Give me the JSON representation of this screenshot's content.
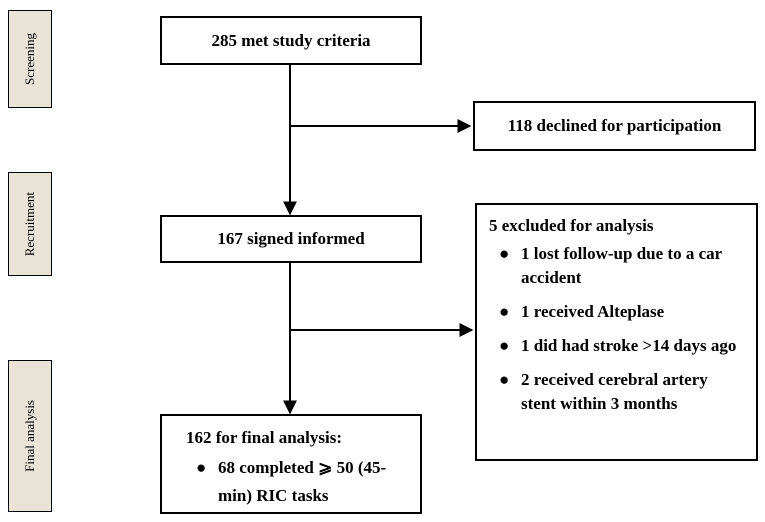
{
  "stages": [
    "Screening",
    "Recruitment",
    "Final analysis"
  ],
  "boxes": {
    "met_criteria": "285 met study criteria",
    "declined": "118 declined for participation",
    "signed": "167 signed informed",
    "excluded": {
      "title": "5 excluded for analysis",
      "items": [
        "1 lost follow-up due to a car accident",
        "1 received Alteplase",
        "1 did had stroke >14 days ago",
        "2 received cerebral artery stent within 3 months"
      ]
    },
    "final": {
      "title": "162 for final analysis:",
      "items": [
        "68 completed ⩾ 50 (45-min) RIC tasks"
      ]
    }
  },
  "bullet": "●"
}
